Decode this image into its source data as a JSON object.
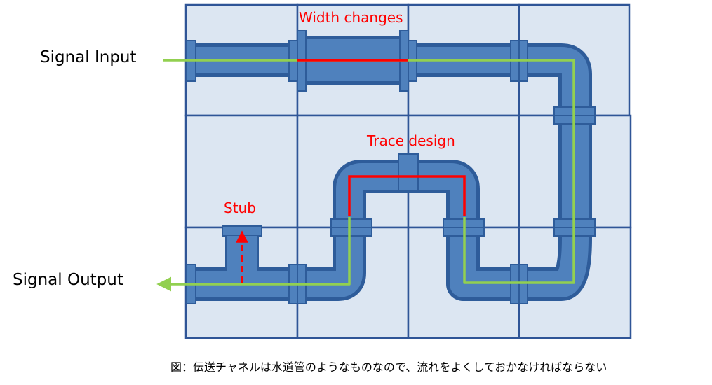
{
  "labels": {
    "signal_input": "Signal Input",
    "signal_output": "Signal Output",
    "width_changes": "Width changes",
    "trace_design": "Trace design",
    "stub": "Stub"
  },
  "caption": "図：伝送チャネルは水道管のようなものなので、流れをよくしておかなければならない",
  "colors": {
    "grid_fill": "#dce6f2",
    "grid_border": "#2f5597",
    "pipe_fill": "#4f81bd",
    "pipe_edge": "#2e5c9a",
    "signal_line": "#92d050",
    "annotation": "#ff0000"
  }
}
